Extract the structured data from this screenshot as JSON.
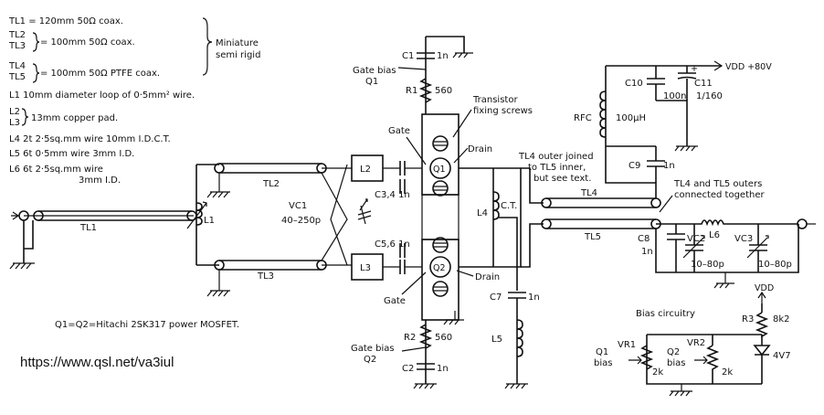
{
  "legend": {
    "tl1": "TL1 = 120mm 50Ω coax.",
    "tl2": "TL2",
    "tl3": "TL3",
    "tl23_desc": "= 100mm 50Ω coax.",
    "tl4": "TL4",
    "tl5": "TL5",
    "tl45_desc": "= 100mm 50Ω PTFE coax.",
    "mini_1": "Miniature",
    "mini_2": "semi rigid",
    "l1": "L1  10mm diameter loop of 0·5mm² wire.",
    "l2": "L2",
    "l3": "L3",
    "l23_desc": "13mm copper pad.",
    "l4": "L4  2t  2·5sq.mm wire 10mm I.D.C.T.",
    "l5": "L5  6t  0·5mm wire 3mm I.D.",
    "l6a": "L6  6t  2·5sq.mm wire",
    "l6b": "3mm I.D."
  },
  "transistor_note": "Q1=Q2=Hitachi 2SK317 power MOSFET.",
  "url": "https://www.qsl.net/va3iul",
  "components": {
    "tl1": "TL1",
    "tl2": "TL2",
    "tl3": "TL3",
    "tl4": "TL4",
    "tl5": "TL5",
    "l1": "L1",
    "l2": "L2",
    "l3": "L3",
    "l4": "L4",
    "ct": "C.T.",
    "l5": "L5",
    "l6": "L6",
    "vc1a": "VC1",
    "vc1b": "40–250p",
    "c34": "C3,4  1n",
    "c56": "C5,6  1n",
    "q1": "Q1",
    "q2": "Q2",
    "gate": "Gate",
    "drain": "Drain",
    "c1": "C1",
    "c1v": "1n",
    "gate_bias": "Gate bias",
    "gb_q1": "Q1",
    "gb_q2": "Q2",
    "r1": "R1",
    "r1v": "560",
    "r2": "R2",
    "r2v": "560",
    "c2": "C2",
    "c2v": "1n",
    "fix_1": "Transistor",
    "fix_2": "fixing screws",
    "c7": "C7",
    "c7v": "1n",
    "tl4_1": "TL4 outer joined",
    "tl4_2": "to TL5 inner,",
    "tl4_3": "but see text.",
    "outers_1": "TL4 and TL5 outers",
    "outers_2": "connected together",
    "vdd_top": "VDD +80V",
    "c10": "C10",
    "c10v": "100n",
    "c11": "C11",
    "c11v": "1/160",
    "rfc": "RFC",
    "rfcv": "100μH",
    "c9": "C9",
    "c9v": "1n",
    "c8": "C8",
    "c8v": "1n",
    "vc2": "VC2",
    "vc2v": "10–80p",
    "vc3": "VC3",
    "vc3v": "10–80p",
    "bias_title": "Bias circuitry",
    "vdd_bias": "VDD",
    "r3": "R3",
    "r3v": "8k2",
    "vr1": "VR1",
    "vr1_q": "Q1",
    "vr1_b": "bias",
    "vr1v": "2k",
    "vr2": "VR2",
    "vr2_q": "Q2",
    "vr2_b": "bias",
    "vr2v": "2k",
    "zener": "4V7"
  }
}
